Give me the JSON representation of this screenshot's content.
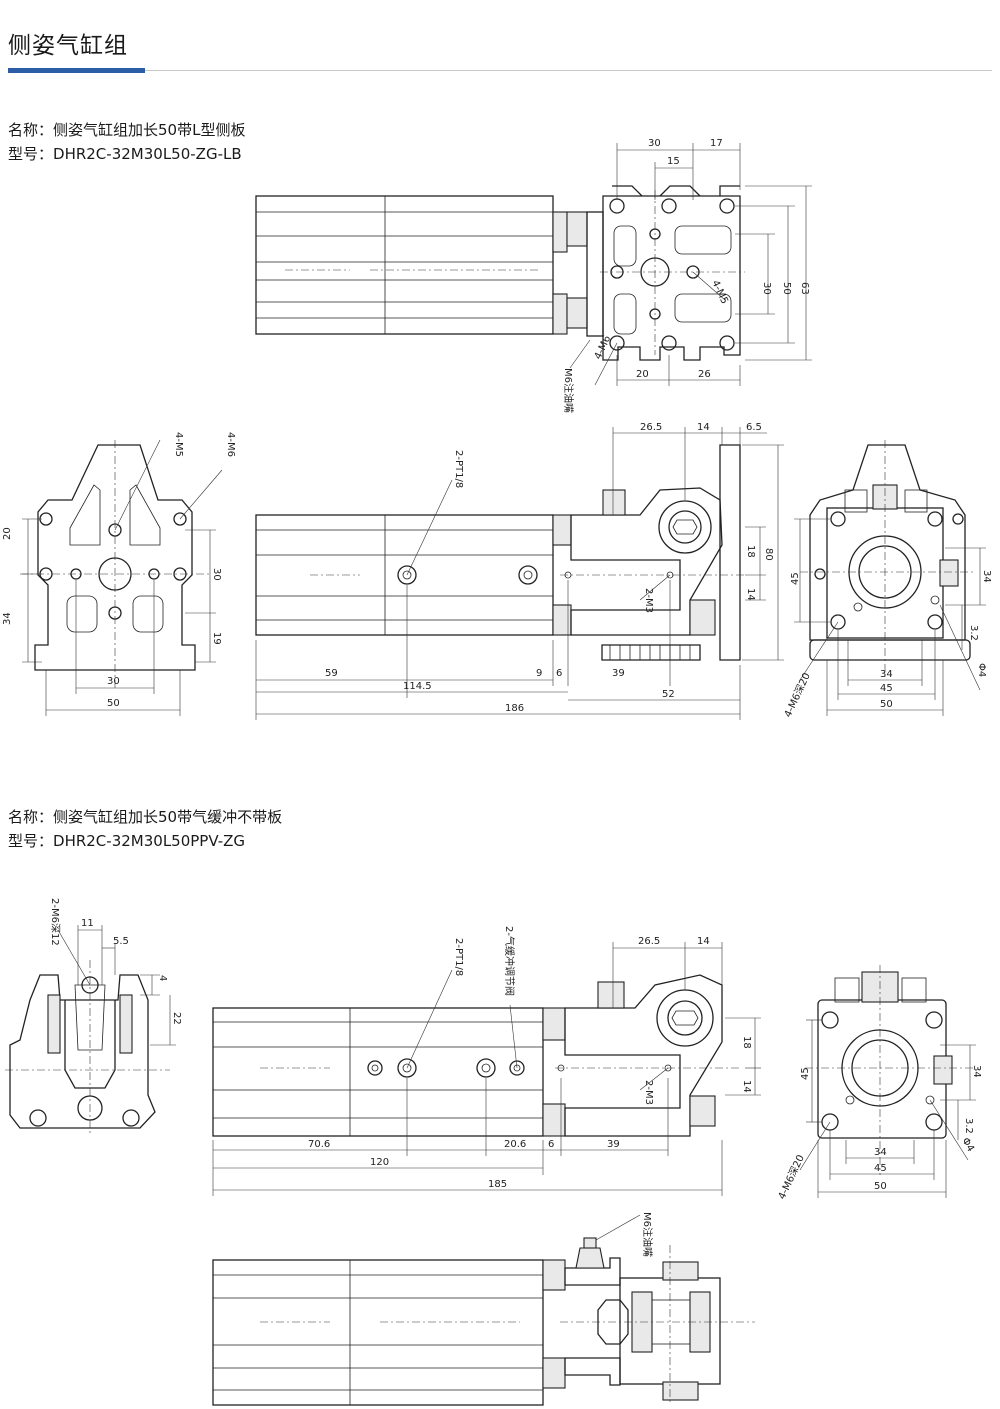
{
  "page": {
    "title": "侧姿气缸组",
    "accent_color": "#2b5ea6"
  },
  "product_1": {
    "name_label": "名称：",
    "name": "侧姿气缸组加长50带L型侧板",
    "model_label": "型号：",
    "model": "DHR2C-32M30L50-ZG-LB",
    "dims": {
      "top_30": "30",
      "top_17": "17",
      "top_15": "15",
      "right_30": "30",
      "right_50": "50",
      "right_63": "63",
      "bot_20": "20",
      "bot_26": "26",
      "m5": "4-M5",
      "m6": "4-M6",
      "oil": "M6注油嘴",
      "side_m5": "4-M5",
      "side_m6": "4-M6",
      "side_20": "20",
      "side_34": "34",
      "side_30v": "30",
      "side_19": "19",
      "side_30h": "30",
      "side_50": "50",
      "front_265": "26.5",
      "front_14": "14",
      "front_65": "6.5",
      "front_pt": "2-PT1/8",
      "front_m3": "2-M3",
      "front_18": "18",
      "front_80": "80",
      "front_14b": "14",
      "front_59": "59",
      "front_9": "9",
      "front_6": "6",
      "front_39": "39",
      "front_1145": "114.5",
      "front_52": "52",
      "front_186": "186",
      "end_45": "45",
      "end_34v": "34",
      "end_32": "3.2",
      "end_phi4": "Φ4",
      "end_34": "34",
      "end_45h": "45",
      "end_50": "50",
      "end_m6": "4-M6深20"
    }
  },
  "product_2": {
    "name_label": "名称：",
    "name": "侧姿气缸组加长50带气缓冲不带板",
    "model_label": "型号：",
    "model": "DHR2C-32M30L50PPV-ZG",
    "dims": {
      "side_m6": "2-M6深12",
      "side_11": "11",
      "side_55": "5.5",
      "side_4": "4",
      "side_22": "22",
      "front_pt": "2-PT1/8",
      "front_cushion": "2-气缓冲调节阀",
      "front_265": "26.5",
      "front_14": "14",
      "front_18": "18",
      "front_14b": "14",
      "front_m3": "2-M3",
      "front_706": "70.6",
      "front_206": "20.6",
      "front_6": "6",
      "front_39": "39",
      "front_120": "120",
      "front_185": "185",
      "end_45": "45",
      "end_34v": "34",
      "end_32": "3.2",
      "end_phi4": "Φ4",
      "end_34": "34",
      "end_45h": "45",
      "end_50": "50",
      "end_m6": "4-M6深20",
      "top_oil": "M6注油嘴"
    }
  }
}
